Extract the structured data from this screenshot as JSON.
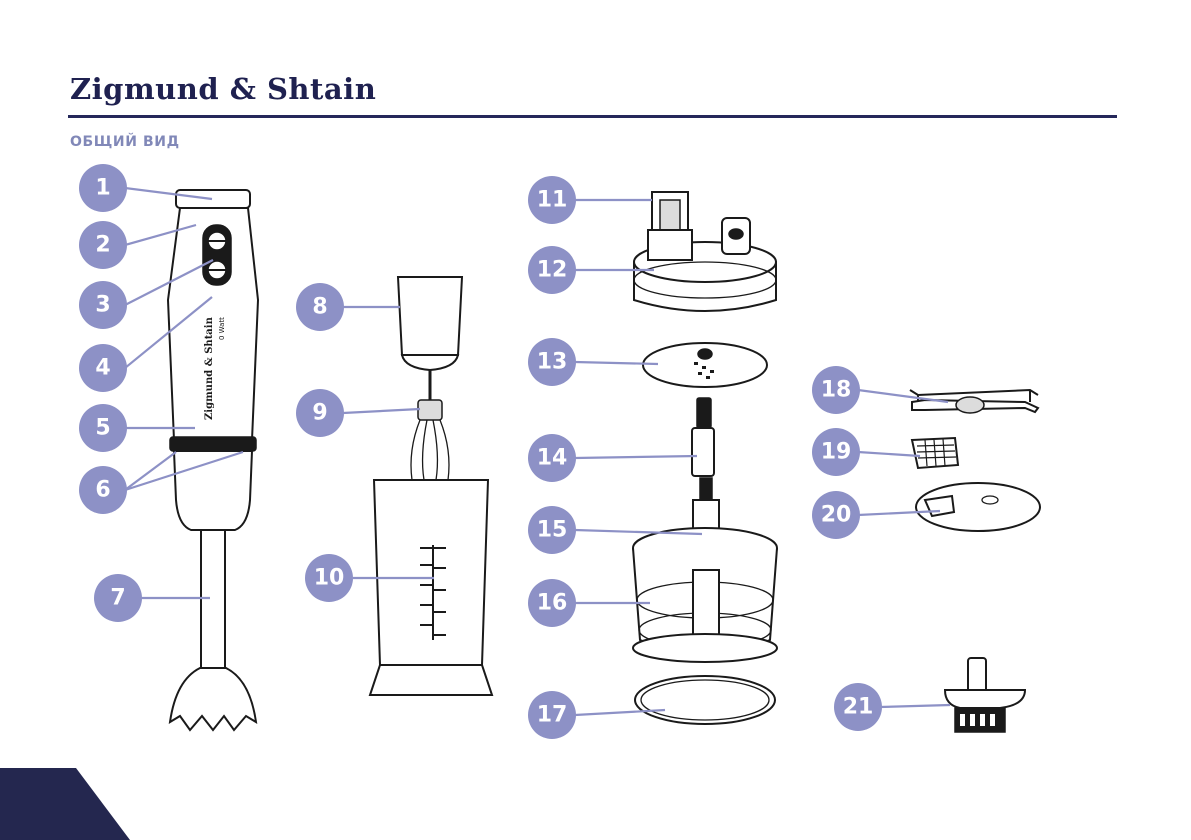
{
  "header": {
    "brand": "Zigmund & Shtain",
    "section_title": "ОБЩИЙ ВИД"
  },
  "device": {
    "body_brand": "Zigmund & Shtain",
    "power_label": "0 Watt"
  },
  "callouts": [
    {
      "number": "1"
    },
    {
      "number": "2"
    },
    {
      "number": "3"
    },
    {
      "number": "4"
    },
    {
      "number": "5"
    },
    {
      "number": "6"
    },
    {
      "number": "7"
    },
    {
      "number": "8"
    },
    {
      "number": "9"
    },
    {
      "number": "10"
    },
    {
      "number": "11"
    },
    {
      "number": "12"
    },
    {
      "number": "13"
    },
    {
      "number": "14"
    },
    {
      "number": "15"
    },
    {
      "number": "16"
    },
    {
      "number": "17"
    },
    {
      "number": "18"
    },
    {
      "number": "19"
    },
    {
      "number": "20"
    },
    {
      "number": "21"
    }
  ],
  "colors": {
    "brand_navy": "#1f2150",
    "badge": "#8d91c6",
    "section_title": "#8188b8"
  }
}
